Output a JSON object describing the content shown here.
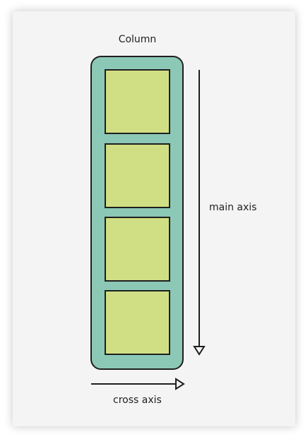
{
  "diagram": {
    "title": "Column",
    "main_axis_label": "main axis",
    "cross_axis_label": "cross axis",
    "child_count": 4
  },
  "colors": {
    "background": "#f4f4f4",
    "container_fill": "#8cc8b6",
    "child_fill": "#d1df84",
    "stroke": "#1f1f1f"
  }
}
